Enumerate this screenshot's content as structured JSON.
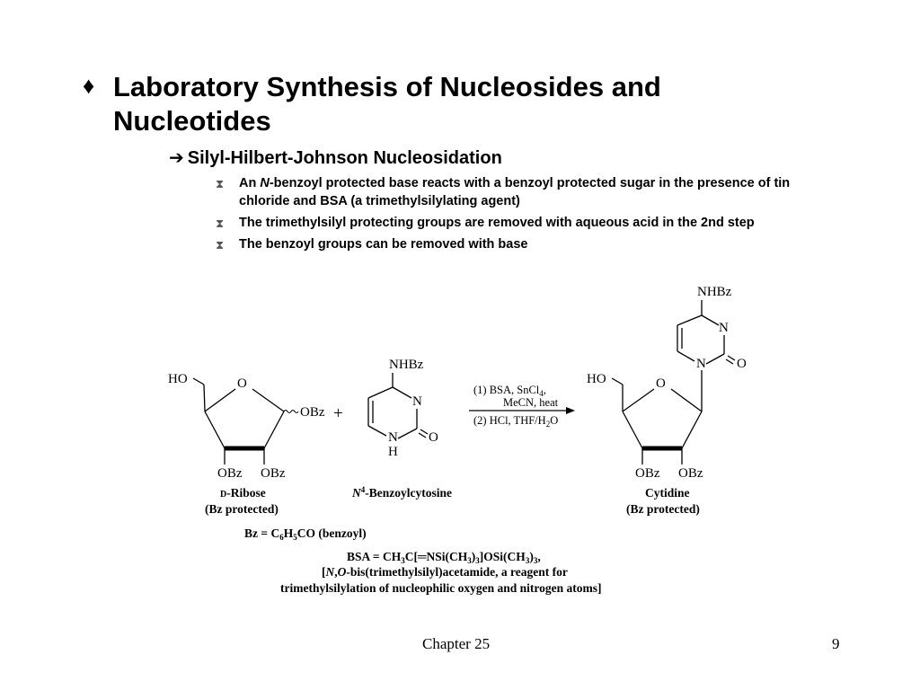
{
  "slide": {
    "bullet_symbol": "♦",
    "title": "Laboratory Synthesis of Nucleosides and Nucleotides",
    "subtitle_arrow": "➔",
    "subtitle": "Silyl-Hilbert-Johnson Nucleosidation",
    "bullets": [
      {
        "pre": "An ",
        "em": "N",
        "post": "-benzoyl protected base reacts with a benzoyl protected sugar in the presence of tin chloride and BSA (a trimethylsilylating agent)"
      },
      {
        "pre": "The trimethylsilyl protecting groups are removed with aqueous acid in the 2nd step",
        "em": "",
        "post": ""
      },
      {
        "pre": "The benzoyl groups can be removed with base",
        "em": "",
        "post": ""
      }
    ]
  },
  "scheme": {
    "ribose": {
      "ho": "HO",
      "o": "O",
      "obz_anomeric": "OBz",
      "obz_left": "OBz",
      "obz_right": "OBz",
      "name_prefix": "D",
      "name": "-Ribose",
      "protected": "(Bz protected)"
    },
    "plus": "+",
    "cytosine": {
      "nhbz": "NHBz",
      "n_ring": "N",
      "nh_n": "N",
      "nh_h": "H",
      "o": "O",
      "name_sup": "4",
      "name_prefix": "N",
      "name": "-Benzoylcytosine"
    },
    "conditions": {
      "step1a": "(1)  BSA, SnCl",
      "step1a_sub": "4",
      "step1a_end": ",",
      "step1b": "MeCN, heat",
      "step2": "(2)  HCl, THF/H",
      "step2_sub": "2",
      "step2_end": "O"
    },
    "cytidine": {
      "nhbz": "NHBz",
      "n_top": "N",
      "n_bottom": "N",
      "o_carbonyl": "O",
      "ho": "HO",
      "o_ring": "O",
      "obz_left": "OBz",
      "obz_right": "OBz",
      "name": "Cytidine",
      "protected": "(Bz protected)"
    },
    "bz_def": {
      "pre": "Bz = C",
      "sub1": "6",
      "mid": "H",
      "sub2": "5",
      "post": "CO (benzoyl)"
    },
    "bsa_def": {
      "line1_pre": "BSA = CH",
      "sub_a": "3",
      "line1_mid": "C[═NSi(CH",
      "sub_b": "3",
      "line1_mid2": ")",
      "sub_c": "3",
      "line1_mid3": "]OSi(CH",
      "sub_d": "3",
      "line1_mid4": ")",
      "sub_e": "3",
      "line1_end": ",",
      "line2_a": "[",
      "line2_n": "N",
      "line2_b": ",",
      "line2_o": "O",
      "line2_c": "-bis(trimethylsilyl)acetamide, a reagent for",
      "line3": "trimethylsilylation of nucleophilic oxygen and nitrogen atoms]"
    }
  },
  "footer": {
    "chapter": "Chapter 25",
    "page": "9"
  }
}
